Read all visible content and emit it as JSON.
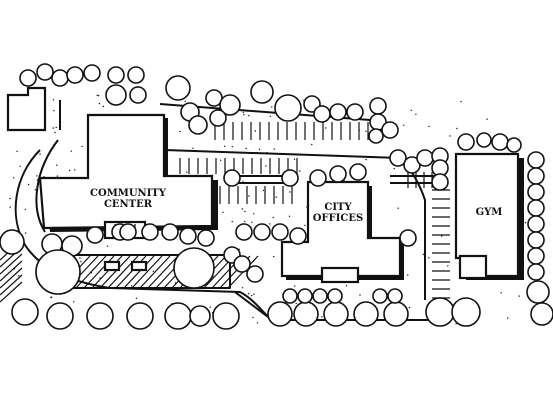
{
  "labels": {
    "community_center_line1": "COMMUNITY",
    "community_center_line2": "CENTER",
    "city_offices_line1": "CITY",
    "city_offices_line2": "OFFICES",
    "gym": "GYM"
  },
  "colors": {
    "ink": "#111111",
    "paper": "#ffffff"
  }
}
